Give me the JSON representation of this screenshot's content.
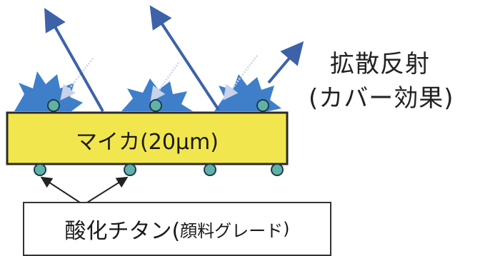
{
  "mica_label": "マイカ(20μm)",
  "scatter_label": {
    "line1": "拡散反射",
    "line2": "(カバー効果)"
  },
  "tio2_label": {
    "main": "酸化チタン(",
    "sub": "顔料グレード",
    "close": ")"
  },
  "colors": {
    "mica_fill": "#f2e64e",
    "mica_border": "#2a2a2a",
    "particle_fill": "#5fb3a6",
    "burst_fill": "#3f7fc9",
    "incident_arrow": "#cfd8ee",
    "reflected_arrow": "#3d62a8",
    "pointer_arrow": "#222222"
  },
  "icons": {
    "burst": "star-burst-icon",
    "particle": "circle-particle-icon"
  }
}
